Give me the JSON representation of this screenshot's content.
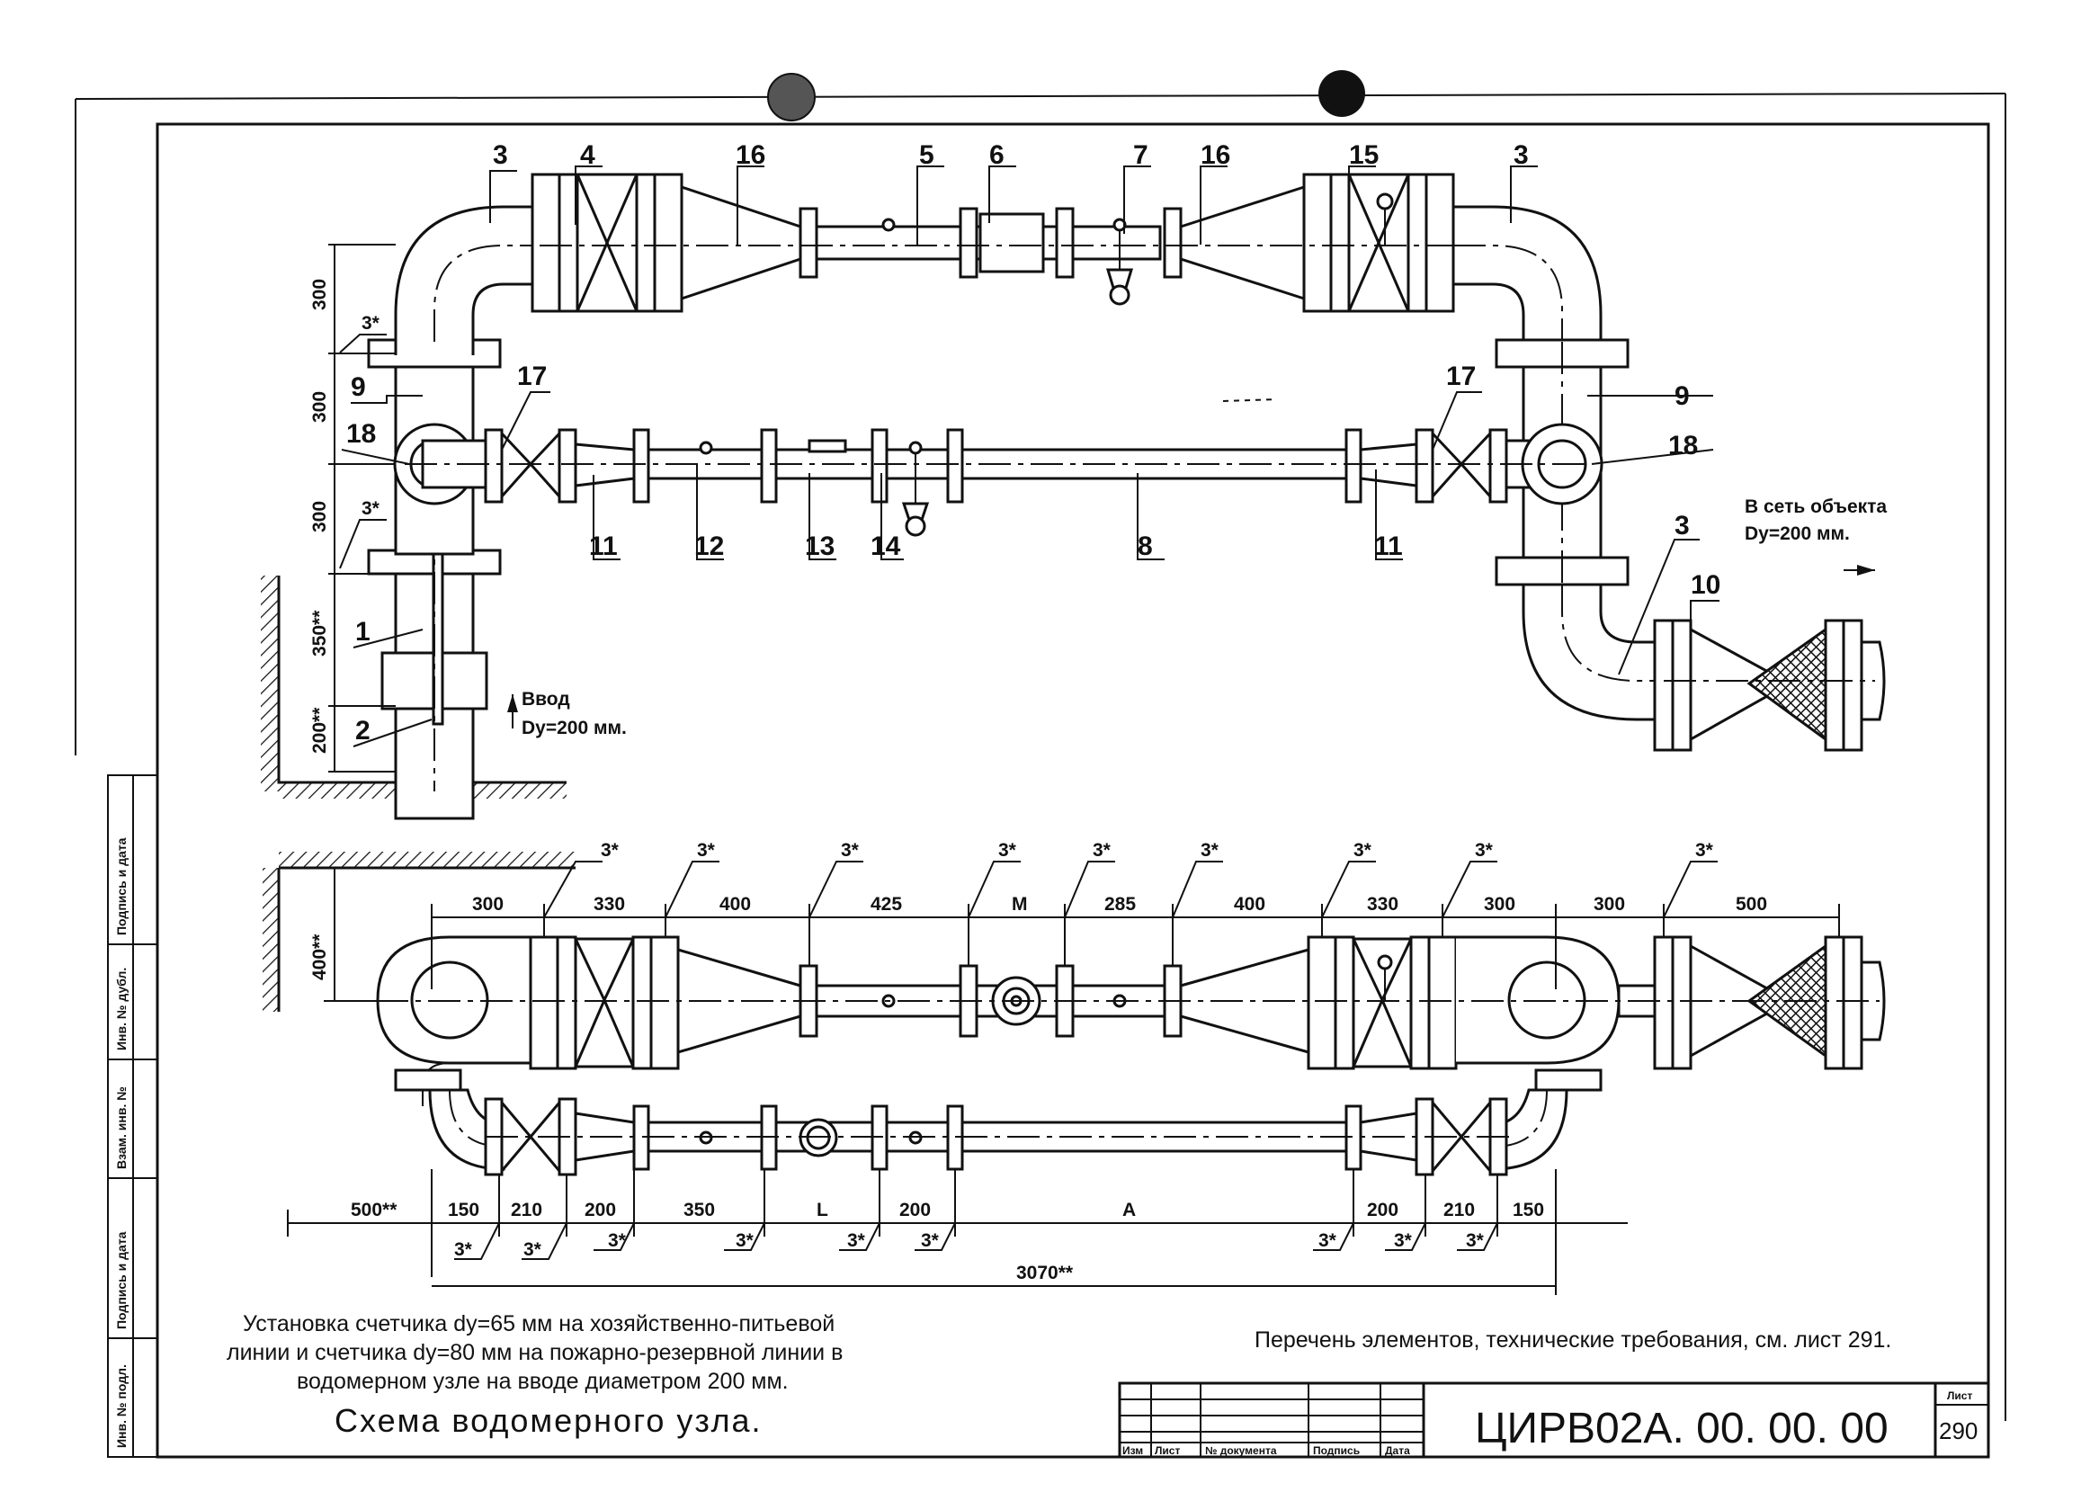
{
  "title": "Схема водомерного узла.",
  "caption": {
    "line1": "Установка счетчика dy=65 мм на хозяйственно-питьевой",
    "line2": "линии и счетчика dy=80 мм на пожарно-резервной линии в",
    "line3": "водомерном узле на вводе диаметром 200 мм."
  },
  "reference_note": "Перечень элементов, технические требования, см. лист 291.",
  "inlet": {
    "line1": "Ввод",
    "line2": "Dy=200 мм."
  },
  "outlet": {
    "line1": "В сеть объекта",
    "line2": "Dy=200 мм."
  },
  "stamp": {
    "code": "ЦИРВ02А. 00. 00. 00",
    "sheet_label": "Лист",
    "sheet_number": "290",
    "columns": [
      "Изм",
      "Лист",
      "№ документа",
      "Подпись",
      "Дата"
    ]
  },
  "side_labels": [
    "Инв. № подл.",
    "Подпись и дата",
    "Взам. инв. №",
    "Инв. № дубл.",
    "Подпись и дата"
  ],
  "positions": {
    "p1": "1",
    "p2": "2",
    "p3a": "3",
    "p3b": "3",
    "p3c": "3",
    "p4": "4",
    "p5": "5",
    "p6": "6",
    "p7": "7",
    "p8": "8",
    "p9a": "9",
    "p9b": "9",
    "p10": "10",
    "p11a": "11",
    "p11b": "11",
    "p12": "12",
    "p13": "13",
    "p14": "14",
    "p15": "15",
    "p16a": "16",
    "p16b": "16",
    "p17a": "17",
    "p17b": "17",
    "p18a": "18",
    "p18b": "18"
  },
  "plan_dims": {
    "d1": "300",
    "d2": "300",
    "d3": "300",
    "d4": "350**",
    "d5": "200**",
    "angle": "3*"
  },
  "elev_top_dims": [
    "300",
    "330",
    "400",
    "425",
    "M",
    "285",
    "400",
    "330",
    "300",
    "300",
    "500"
  ],
  "elev_bottom_dims": [
    "500**",
    "150",
    "210",
    "200",
    "350",
    "L",
    "200",
    "A",
    "200",
    "210",
    "150"
  ],
  "elev_left_dim": "400**",
  "total_dim": "3070**",
  "weld_mark": "3*"
}
